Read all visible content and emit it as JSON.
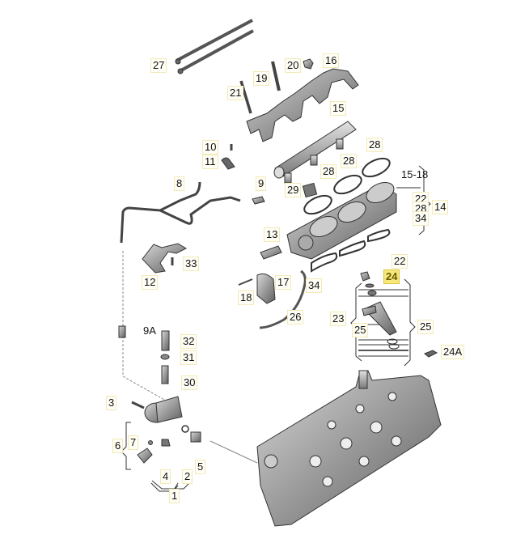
{
  "diagram": {
    "title": "Fuel injection / intake manifold / cylinder head exploded parts diagram",
    "highlight_color": "#f7e87c",
    "callouts": [
      {
        "id": "c27",
        "text": "27"
      },
      {
        "id": "c20",
        "text": "20"
      },
      {
        "id": "c16",
        "text": "16"
      },
      {
        "id": "c19",
        "text": "19"
      },
      {
        "id": "c21",
        "text": "21"
      },
      {
        "id": "c15",
        "text": "15"
      },
      {
        "id": "c10",
        "text": "10"
      },
      {
        "id": "c11",
        "text": "11"
      },
      {
        "id": "c28a",
        "text": "28"
      },
      {
        "id": "c28b",
        "text": "28"
      },
      {
        "id": "c28c",
        "text": "28"
      },
      {
        "id": "c15_18",
        "text": "15-18"
      },
      {
        "id": "c8",
        "text": "8"
      },
      {
        "id": "c9",
        "text": "9"
      },
      {
        "id": "c29",
        "text": "29"
      },
      {
        "id": "c22a",
        "text": "22"
      },
      {
        "id": "c28d",
        "text": "28"
      },
      {
        "id": "c34a",
        "text": "34"
      },
      {
        "id": "c14",
        "text": "14"
      },
      {
        "id": "c13",
        "text": "13"
      },
      {
        "id": "c33",
        "text": "33"
      },
      {
        "id": "c12",
        "text": "12"
      },
      {
        "id": "c22b",
        "text": "22"
      },
      {
        "id": "c17",
        "text": "17"
      },
      {
        "id": "c34b",
        "text": "34"
      },
      {
        "id": "c24",
        "text": "24"
      },
      {
        "id": "c18",
        "text": "18"
      },
      {
        "id": "c26",
        "text": "26"
      },
      {
        "id": "c23",
        "text": "23"
      },
      {
        "id": "c25a",
        "text": "25"
      },
      {
        "id": "c25b",
        "text": "25"
      },
      {
        "id": "c9A",
        "text": "9A"
      },
      {
        "id": "c32",
        "text": "32"
      },
      {
        "id": "c31",
        "text": "31"
      },
      {
        "id": "c24A",
        "text": "24A"
      },
      {
        "id": "c30",
        "text": "30"
      },
      {
        "id": "c3",
        "text": "3"
      },
      {
        "id": "c7",
        "text": "7"
      },
      {
        "id": "c6",
        "text": "6"
      },
      {
        "id": "c4",
        "text": "4"
      },
      {
        "id": "c2",
        "text": "2"
      },
      {
        "id": "c5",
        "text": "5"
      },
      {
        "id": "c1",
        "text": "1"
      }
    ]
  }
}
